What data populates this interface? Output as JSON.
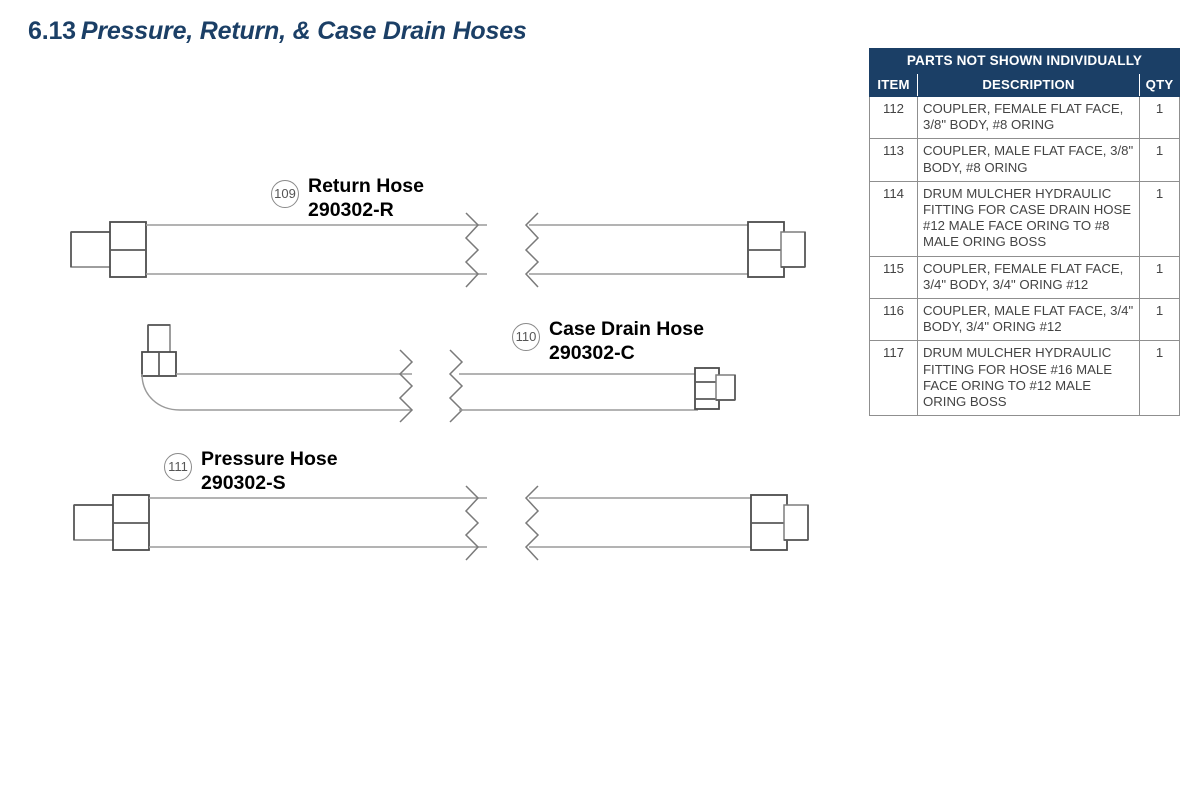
{
  "title": {
    "number": "6.13",
    "name": "Pressure, Return, & Case Drain Hoses"
  },
  "colors": {
    "brand_navy": "#1B3F66",
    "table_text": "#444444",
    "line_gray": "#8f8f8f",
    "callout_text": "#000000"
  },
  "diagram": {
    "callouts": [
      {
        "balloon": "109",
        "line1": "Return Hose",
        "line2": "290302-R"
      },
      {
        "balloon": "110",
        "line1": "Case Drain Hose",
        "line2": "290302-C"
      },
      {
        "balloon": "111",
        "line1": "Pressure Hose",
        "line2": "290302-S"
      }
    ]
  },
  "table": {
    "title": "PARTS NOT SHOWN INDIVIDUALLY",
    "headers": {
      "item": "ITEM",
      "description": "DESCRIPTION",
      "qty": "QTY"
    },
    "rows": [
      {
        "item": "112",
        "description": "COUPLER, FEMALE FLAT FACE, 3/8\" BODY, #8 ORING",
        "qty": "1"
      },
      {
        "item": "113",
        "description": "COUPLER, MALE FLAT FACE, 3/8\" BODY, #8 ORING",
        "qty": "1"
      },
      {
        "item": "114",
        "description": "DRUM MULCHER HYDRAULIC FITTING FOR CASE DRAIN HOSE #12 MALE FACE ORING TO #8 MALE ORING BOSS",
        "qty": "1"
      },
      {
        "item": "115",
        "description": "COUPLER, FEMALE FLAT FACE, 3/4\" BODY, 3/4\" ORING #12",
        "qty": "1"
      },
      {
        "item": "116",
        "description": "COUPLER, MALE FLAT FACE, 3/4\" BODY, 3/4\" ORING #12",
        "qty": "1"
      },
      {
        "item": "117",
        "description": "DRUM MULCHER HYDRAULIC FITTING FOR HOSE #16 MALE FACE ORING TO #12 MALE ORING BOSS",
        "qty": "1"
      }
    ]
  }
}
